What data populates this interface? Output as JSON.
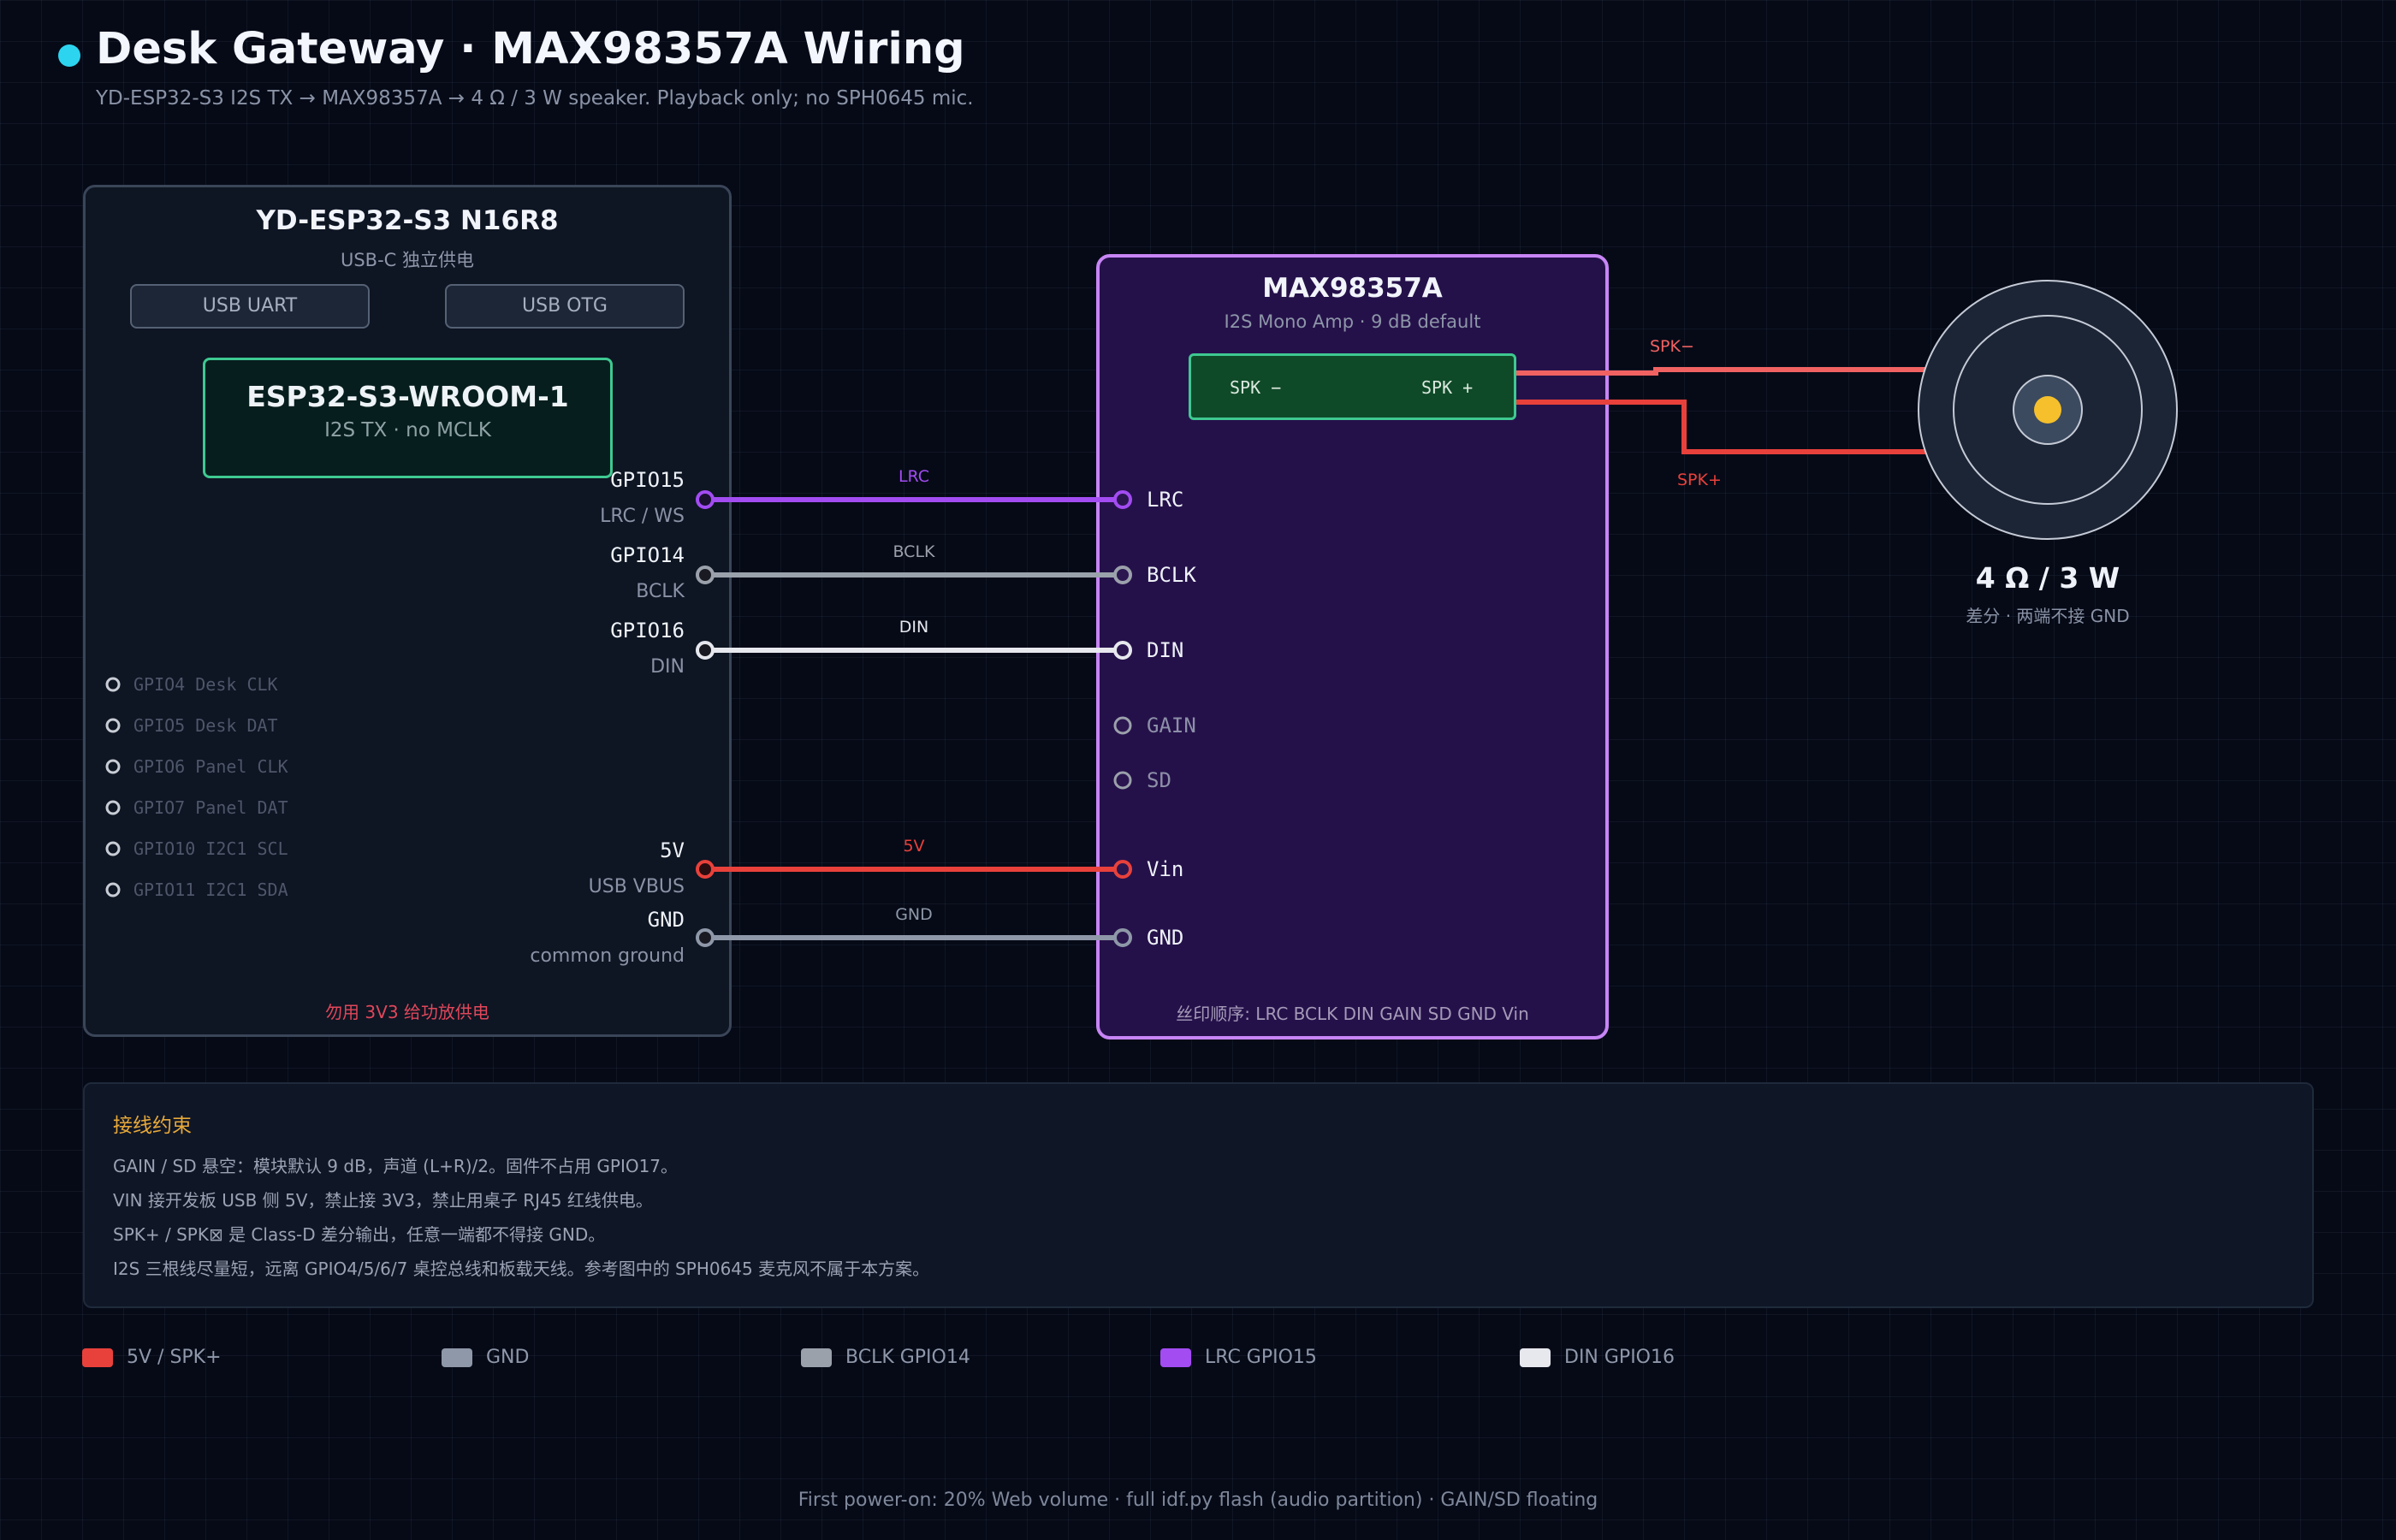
{
  "header": {
    "title": "Desk Gateway  ·  MAX98357A Wiring",
    "subtitle": "YD-ESP32-S3 I2S TX  →  MAX98357A  →  4 Ω / 3 W speaker. Playback only; no SPH0645 mic."
  },
  "esp_board": {
    "title": "YD-ESP32-S3  N16R8",
    "subtitle": "USB-C 独立供电",
    "usb_uart_label": "USB UART",
    "usb_otg_label": "USB OTG",
    "module_title": "ESP32-S3-WROOM-1",
    "module_subtitle": "I2S TX  ·  no MCLK",
    "pins": [
      {
        "name": "GPIO15",
        "sub": "LRC / WS"
      },
      {
        "name": "GPIO14",
        "sub": "BCLK"
      },
      {
        "name": "GPIO16",
        "sub": "DIN"
      },
      {
        "name": "5V",
        "sub": "USB VBUS"
      },
      {
        "name": "GND",
        "sub": "common ground"
      }
    ],
    "unused_gpios": [
      "GPIO4  Desk CLK",
      "GPIO5  Desk DAT",
      "GPIO6  Panel CLK",
      "GPIO7  Panel DAT",
      "GPIO10  I2C1 SCL",
      "GPIO11  I2C1 SDA"
    ],
    "footer_warning": "勿用 3V3 给功放供电"
  },
  "amp_board": {
    "title": "MAX98357A",
    "subtitle": "I2S Mono Amp  ·  9 dB default",
    "spk_minus_label": "SPK −",
    "spk_plus_label": "SPK +",
    "pins": [
      "LRC",
      "BCLK",
      "DIN",
      "GAIN",
      "SD",
      "Vin",
      "GND"
    ],
    "silk_order": "丝印顺序: LRC  BCLK  DIN  GAIN  SD  GND  Vin"
  },
  "wires": [
    {
      "label": "LRC",
      "color": "#a24cf2"
    },
    {
      "label": "BCLK",
      "color": "#9ba1ab"
    },
    {
      "label": "DIN",
      "color": "#e6e8ee"
    },
    {
      "label": "5V",
      "color": "#e8413b"
    },
    {
      "label": "GND",
      "color": "#8e98a8"
    }
  ],
  "speaker": {
    "minus_label": "SPK−",
    "plus_label": "SPK+",
    "title": "4 Ω / 3 W",
    "subtitle": "差分  ·  两端不接 GND",
    "minus_color": "#f06262",
    "plus_color": "#e8413b"
  },
  "notes": {
    "title": "接线约束",
    "lines": [
      "GAIN / SD 悬空：模块默认 9 dB，声道 (L+R)/2。固件不占用 GPIO17。",
      "VIN 接开发板 USB 侧 5V，禁止接 3V3，禁止用桌子 RJ45 红线供电。",
      "SPK+ / SPK⊠ 是 Class-D 差分输出，任意一端都不得接 GND。",
      "I2S 三根线尽量短，远离 GPIO4/5/6/7 桌控总线和板载天线。参考图中的 SPH0645 麦克风不属于本方案。"
    ]
  },
  "legend": [
    {
      "label": "5V / SPK+",
      "color": "#e8413b"
    },
    {
      "label": "GND",
      "color": "#8e98a8"
    },
    {
      "label": "BCLK GPIO14",
      "color": "#9ba1ab"
    },
    {
      "label": "LRC GPIO15",
      "color": "#a24cf2"
    },
    {
      "label": "DIN GPIO16",
      "color": "#e6e8ee"
    }
  ],
  "footer": "First power-on: 20% Web volume  ·  full idf.py flash (audio partition)  ·  GAIN/SD floating"
}
